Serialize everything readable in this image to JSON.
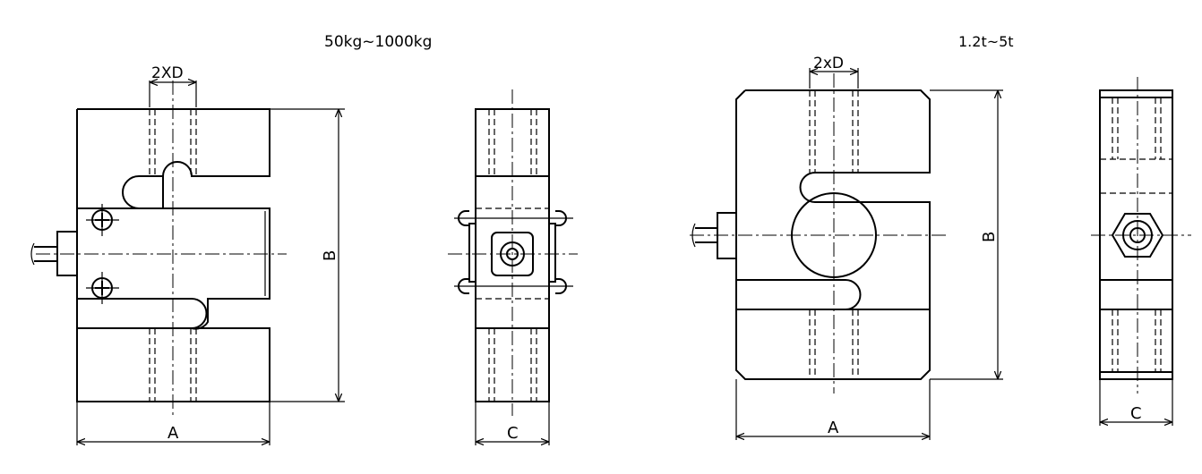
{
  "left_drawing": {
    "range_label": "50kg~1000kg",
    "dim_hole": "2XD",
    "dim_height": "B",
    "dim_width": "A",
    "dim_thickness": "C"
  },
  "right_drawing": {
    "range_label": "1.2t~5t",
    "dim_hole": "2xD",
    "dim_height": "B",
    "dim_width": "A",
    "dim_thickness": "C"
  }
}
